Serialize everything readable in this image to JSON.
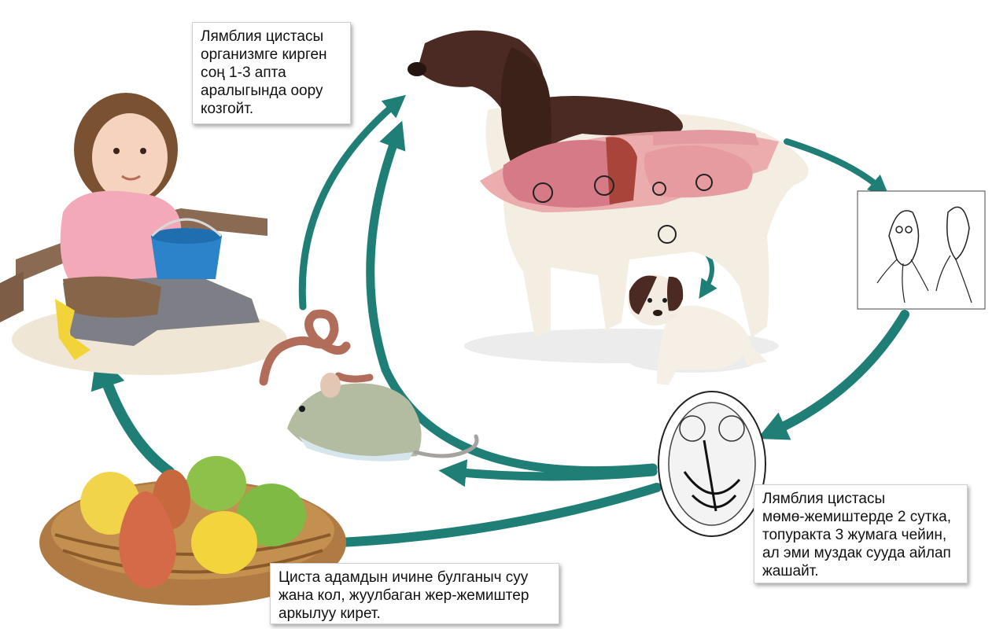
{
  "colors": {
    "arrow": "#1f7f76",
    "background": "#ffffff",
    "callout_border": "#cfcfcf",
    "text": "#111111"
  },
  "callouts": {
    "infection": {
      "lines": [
        "Лямблия цистасы",
        "организмге кирген",
        "соң 1-3 апта",
        "аралыгында оору",
        "козгойт."
      ]
    },
    "survival": {
      "lines": [
        "Лямблия цистасы",
        "мөмө-жемиштерде 2 сутка,",
        "топуракта 3 жумага чейин,",
        "ал эми муздак сууда айлап",
        "жашайт."
      ]
    },
    "transmission": {
      "lines": [
        "Циста адамдын ичине булганыч суу",
        "жана кол, жуулбаган жер-жемиштер",
        "аркылуу кирет."
      ]
    }
  },
  "illustrations": [
    "child-with-bucket",
    "dog-with-organs",
    "puppy",
    "giardia-trophozoite-drawing",
    "giardia-cyst-drawing",
    "earthworm",
    "mouse",
    "fruit-basket"
  ]
}
